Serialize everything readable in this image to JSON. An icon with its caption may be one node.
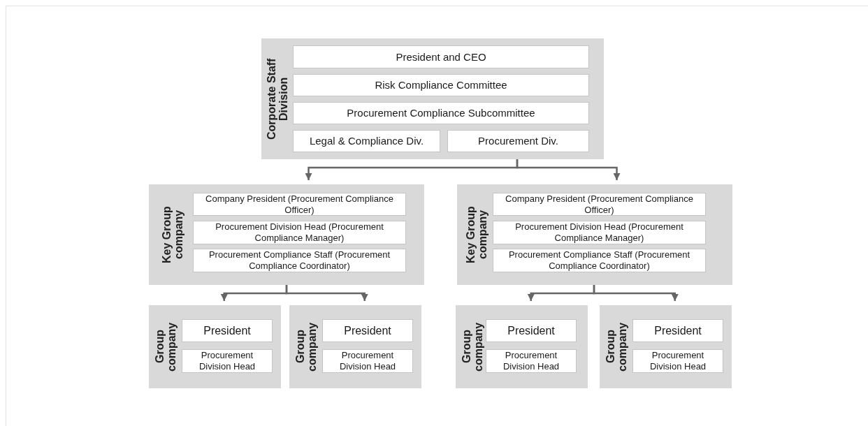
{
  "diagram": {
    "nodes": [
      {
        "text": [
          "Corporate Staff Division"
        ]
      },
      {
        "text": [
          "President and CEO"
        ],
        "in": 0
      },
      {
        "text": [
          "Risk Compliance Committee"
        ],
        "in": 0
      },
      {
        "text": [
          "Procurement Compliance Subcommittee"
        ],
        "in": 0
      },
      {
        "text": [
          "Legal & Compliance Div."
        ],
        "in": 0
      },
      {
        "text": [
          "Procurement Div."
        ],
        "in": 0
      },
      {
        "text": [
          "Key Group company"
        ]
      },
      {
        "text": [
          "Company President (Procurement Compliance Officer)"
        ],
        "in": 6
      },
      {
        "text": [
          "Procurement Division Head (Procurement Compliance Manager)"
        ],
        "in": 6
      },
      {
        "text": [
          "Procurement Compliance Staff (Procurement Compliance Coordinator)"
        ],
        "in": 6
      },
      {
        "text": [
          "Key Group company"
        ]
      },
      {
        "text": [
          "Company President (Procurement Compliance Officer)"
        ],
        "in": 10
      },
      {
        "text": [
          "Procurement Division Head (Procurement Compliance Manager)"
        ],
        "in": 10
      },
      {
        "text": [
          "Procurement Compliance Staff (Procurement Compliance Coordinator)"
        ],
        "in": 10
      },
      {
        "text": [
          "Group company"
        ]
      },
      {
        "text": [
          "President"
        ],
        "in": 14
      },
      {
        "text": [
          "Procurement Division Head"
        ],
        "in": 14
      },
      {
        "text": [
          "Group company"
        ]
      },
      {
        "text": [
          "President"
        ],
        "in": 17
      },
      {
        "text": [
          "Procurement Division Head"
        ],
        "in": 17
      },
      {
        "text": [
          "Group company"
        ]
      },
      {
        "text": [
          "President"
        ],
        "in": 20
      },
      {
        "text": [
          "Procurement Division Head"
        ],
        "in": 20
      },
      {
        "text": [
          "Group company"
        ]
      },
      {
        "text": [
          "President"
        ],
        "in": 23
      },
      {
        "text": [
          "Procurement Division Head"
        ],
        "in": 23
      }
    ],
    "edges": [
      {
        "from": 0,
        "to": 6,
        "arrow": "to"
      },
      {
        "from": 0,
        "to": 10,
        "arrow": "to"
      },
      {
        "from": 6,
        "to": 14,
        "arrow": "to"
      },
      {
        "from": 6,
        "to": 17,
        "arrow": "to"
      },
      {
        "from": 10,
        "to": 20,
        "arrow": "to"
      },
      {
        "from": 10,
        "to": 23,
        "arrow": "to"
      }
    ]
  }
}
